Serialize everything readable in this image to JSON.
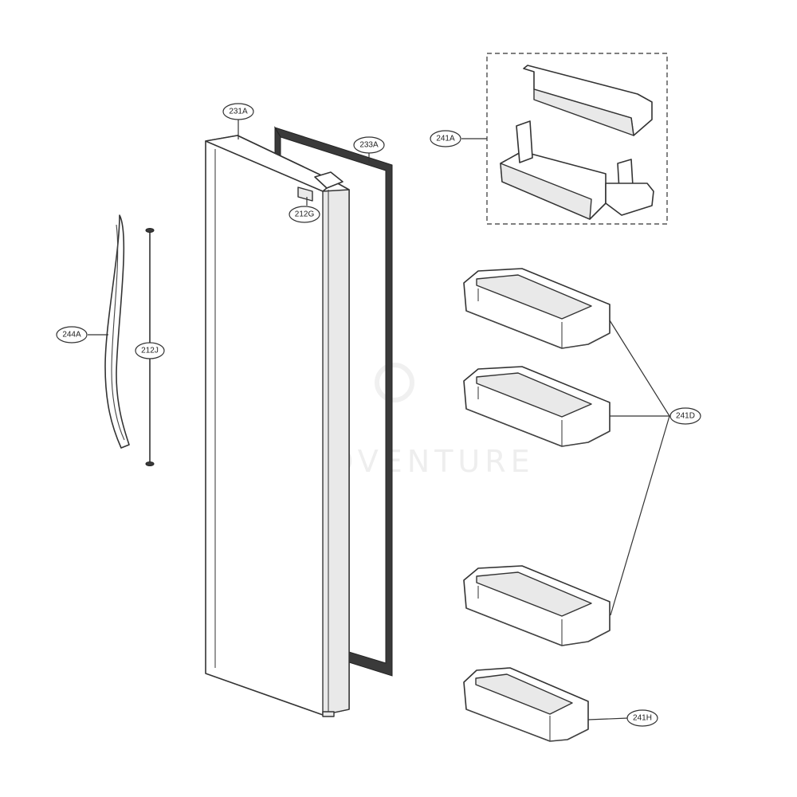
{
  "diagram": {
    "watermark": "LEADVENTURE",
    "labels": {
      "door": "231A",
      "gasket": "233A",
      "dispenser_cover_assembly": "241A",
      "label_plate": "212G",
      "handle": "244A",
      "handle_rod": "212J",
      "door_basket": "241D",
      "small_basket": "241H"
    }
  }
}
